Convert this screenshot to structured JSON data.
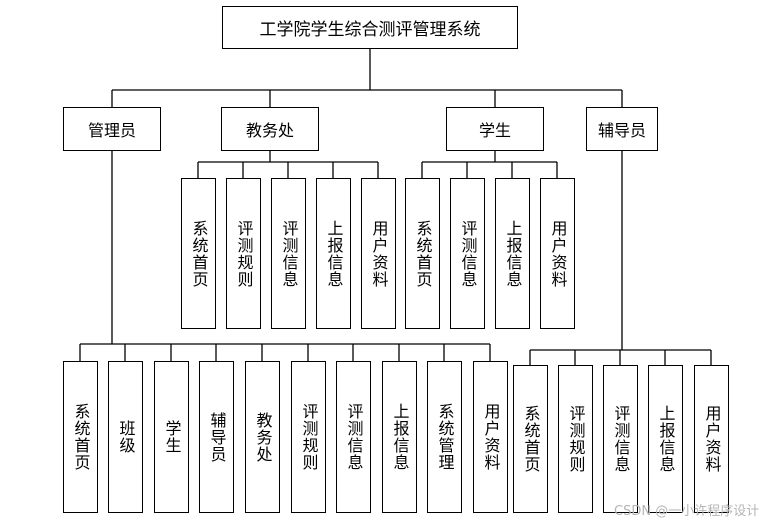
{
  "root": {
    "label": "工学院学生综合测评管理系统"
  },
  "roles": [
    {
      "key": "admin",
      "label": "管理员"
    },
    {
      "key": "office",
      "label": "教务处"
    },
    {
      "key": "student",
      "label": "学生"
    },
    {
      "key": "counselor",
      "label": "辅导员"
    }
  ],
  "office_modules": [
    "系统首页",
    "评测规则",
    "评测信息",
    "上报信息",
    "用户资料"
  ],
  "student_modules": [
    "系统首页",
    "评测信息",
    "上报信息",
    "用户资料"
  ],
  "admin_modules": [
    "系统首页",
    "班级",
    "学生",
    "辅导员",
    "教务处",
    "评测规则",
    "评测信息",
    "上报信息",
    "系统管理",
    "用户资料"
  ],
  "counselor_modules": [
    "系统首页",
    "评测规则",
    "评测信息",
    "上报信息",
    "用户资料"
  ],
  "watermark": "CSDN @一小许程序设计"
}
